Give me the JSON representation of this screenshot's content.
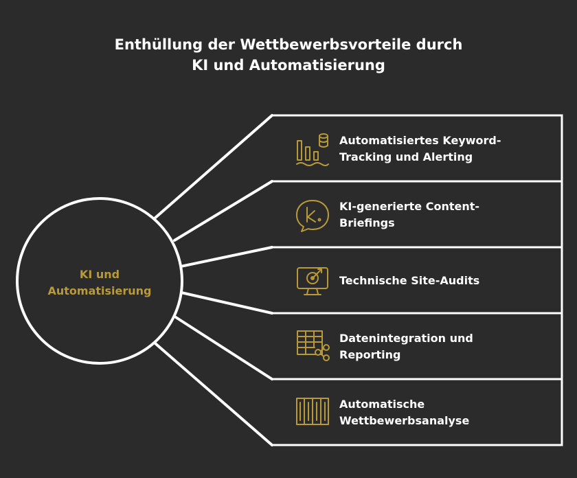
{
  "title": {
    "line1": "Enthüllung der Wettbewerbsvorteile durch",
    "line2": "KI und Automatisierung"
  },
  "center": {
    "line1": "KI und",
    "line2": "Automatisierung"
  },
  "items": [
    {
      "line1": "Automatisiertes Keyword-",
      "line2": "Tracking und Alerting",
      "icon": "keyword-tracking-icon"
    },
    {
      "line1": "KI-generierte Content-",
      "line2": "Briefings",
      "icon": "content-briefing-icon"
    },
    {
      "line1": "Technische Site-Audits",
      "line2": "",
      "icon": "site-audit-icon"
    },
    {
      "line1": "Datenintegration und",
      "line2": "Reporting",
      "icon": "data-integration-icon"
    },
    {
      "line1": "Automatische",
      "line2": "Wettbewerbsanalyse",
      "icon": "competitor-analysis-icon"
    }
  ],
  "colors": {
    "background": "#2b2b2b",
    "stroke": "#ffffff",
    "accent": "#b89a3a",
    "text": "#ffffff"
  }
}
